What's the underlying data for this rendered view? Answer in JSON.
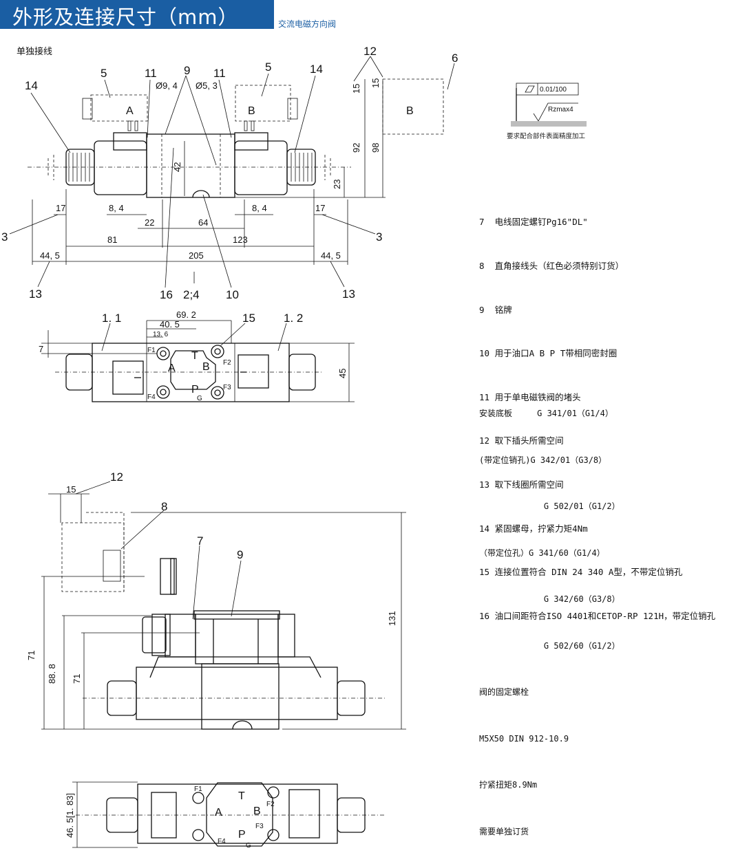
{
  "header": {
    "title": "外形及连接尺寸（mm）",
    "subtitle": "交流电磁方向阀"
  },
  "section_label": "单独接线",
  "tolerance": {
    "flatness": "0.01/100",
    "roughness": "Rzmax4",
    "note": "要求配合部件表面精度加工"
  },
  "notes": [
    "7  电线固定螺钉Pg16\"DL\"",
    "8  直角接线头（红色必须特别订货）",
    "9  铭牌",
    "10 用于油口A B P T带相同密封圈",
    "11 用于单电磁铁阀的堵头",
    "12 取下插头所需空间",
    "13 取下线圈所需空间",
    "14 紧固螺母，拧紧力矩4Nm",
    "15 连接位置符合 DIN 24 340 A型，不带定位销孔",
    "16 油口间距符合ISO 4401和CETOP-RP 121H，带定位销孔"
  ],
  "mounting": [
    "安装底板     G 341/01（G1/4）",
    "(带定位销孔)G 342/01（G3/8）",
    "             G 502/01（G1/2）",
    "（带定位孔）G 341/60（G1/4）",
    "             G 342/60（G3/8）",
    "             G 502/60（G1/2）",
    "阀的固定螺栓",
    "M5X50 DIN 912-10.9",
    "拧紧扭矩8.9Nm",
    "需要单独订货"
  ],
  "callouts": {
    "c14": "14",
    "c5": "5",
    "c11": "11",
    "c9": "9",
    "c12": "12",
    "c6": "6",
    "c3": "3",
    "c13": "13",
    "c16": "16",
    "c24": "2;4",
    "c10": "10",
    "c15": "15",
    "c1_1": "1. 1",
    "c1_2": "1. 2",
    "c8": "8",
    "c7": "7"
  },
  "dims": {
    "d9_4": "Ø9, 4",
    "d5_3": "Ø5, 3",
    "d42": "42",
    "d23": "23",
    "d92": "92",
    "d98": "98",
    "d15": "15",
    "d17": "17",
    "d8_4": "8, 4",
    "d22": "22",
    "d64": "64",
    "d81": "81",
    "d123": "123",
    "d44_5": "44, 5",
    "d205": "205",
    "d69_2": "69. 2",
    "d40_5": "40. 5",
    "d13_6": "13. 6",
    "d7": "7",
    "d45": "45",
    "d131": "131",
    "d88_8": "88. 8",
    "d71": "71",
    "d46_5": "46. 5[1. 83]"
  },
  "ports": {
    "A": "A",
    "B": "B",
    "P": "P",
    "T": "T",
    "G": "G",
    "F1": "F1",
    "F2": "F2",
    "F3": "F3",
    "F4": "F4"
  }
}
